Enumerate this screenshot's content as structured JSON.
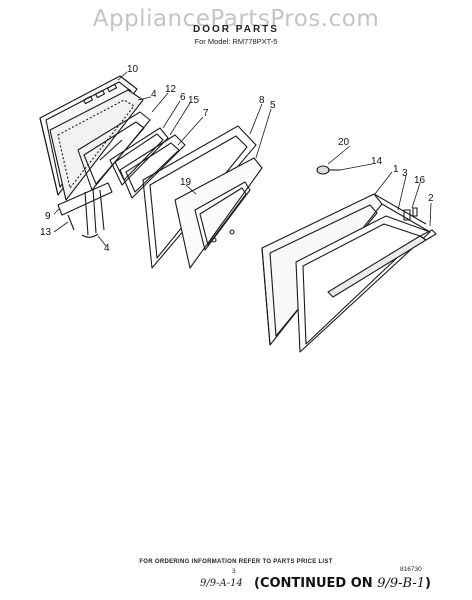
{
  "watermark": "AppliancePartsPros.com",
  "title": "DOOR PARTS",
  "subtitle": "For Model: RM778PXT-5",
  "callouts": [
    {
      "id": "10",
      "label": "10"
    },
    {
      "id": "4a",
      "label": "4"
    },
    {
      "id": "12",
      "label": "12"
    },
    {
      "id": "6",
      "label": "6"
    },
    {
      "id": "15",
      "label": "15"
    },
    {
      "id": "7",
      "label": "7"
    },
    {
      "id": "8",
      "label": "8"
    },
    {
      "id": "5",
      "label": "5"
    },
    {
      "id": "19",
      "label": "19"
    },
    {
      "id": "9",
      "label": "9"
    },
    {
      "id": "13",
      "label": "13"
    },
    {
      "id": "4b",
      "label": "4"
    },
    {
      "id": "20",
      "label": "20"
    },
    {
      "id": "14",
      "label": "14"
    },
    {
      "id": "1",
      "label": "1"
    },
    {
      "id": "3",
      "label": "3"
    },
    {
      "id": "16",
      "label": "16"
    },
    {
      "id": "2",
      "label": "2"
    }
  ],
  "footer": {
    "ordering_note": "FOR ORDERING INFORMATION REFER TO PARTS PRICE LIST",
    "page_number": "3",
    "diagram_code": "816730",
    "handwritten_ref": "9/9-A-14",
    "continued_prefix": "(CONTINUED ON ",
    "continued_ref": "9/9-B-1",
    "continued_suffix": ")"
  }
}
